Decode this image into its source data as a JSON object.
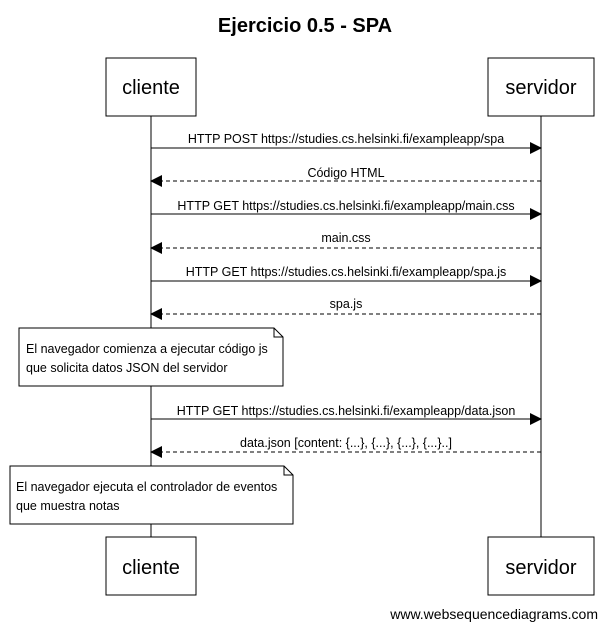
{
  "title": "Ejercicio 0.5 - SPA",
  "actors": {
    "client": "cliente",
    "server": "servidor"
  },
  "messages": [
    {
      "label": "HTTP POST https://studies.cs.helsinki.fi/exampleapp/spa",
      "direction": "request"
    },
    {
      "label": "Código HTML",
      "direction": "response"
    },
    {
      "label": "HTTP GET https://studies.cs.helsinki.fi/exampleapp/main.css",
      "direction": "request"
    },
    {
      "label": "main.css",
      "direction": "response"
    },
    {
      "label": "HTTP GET https://studies.cs.helsinki.fi/exampleapp/spa.js",
      "direction": "request"
    },
    {
      "label": "spa.js",
      "direction": "response"
    },
    {
      "label": "HTTP GET https://studies.cs.helsinki.fi/exampleapp/data.json",
      "direction": "request"
    },
    {
      "label": "data.json [content: {...}, {...}, {...}, {...}..]",
      "direction": "response"
    }
  ],
  "notes": [
    {
      "lines": [
        "El navegador comienza a ejecutar código js",
        "que solicita datos JSON del servidor"
      ]
    },
    {
      "lines": [
        "El navegador ejecuta el controlador de eventos",
        "que muestra notas"
      ]
    }
  ],
  "credit": "www.websequencediagrams.com",
  "colors": {
    "line": "#000000",
    "box_fill": "#ffffff",
    "note_fill": "#ffffff"
  }
}
